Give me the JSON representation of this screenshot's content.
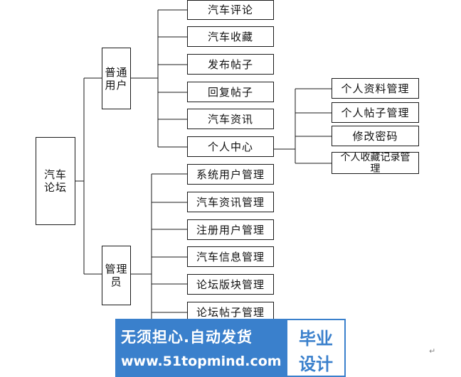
{
  "diagram": {
    "root": "汽车论坛",
    "groups": [
      {
        "id": "user",
        "label": "普通用户",
        "children": [
          "汽车评论",
          "汽车收藏",
          "发布帖子",
          "回复帖子",
          "汽车资讯",
          "个人中心"
        ]
      },
      {
        "id": "admin",
        "label": "管理员",
        "children": [
          "系统用户管理",
          "汽车资讯管理",
          "注册用户管理",
          "汽车信息管理",
          "论坛版块管理",
          "论坛帖子管理"
        ]
      }
    ],
    "personal_center_items": [
      "个人资料管理",
      "个人帖子管理",
      "修改密码",
      "个人收藏记录管理"
    ]
  },
  "banner": {
    "slogan": "无须担心.自动发货",
    "url": "www.51topmind.com",
    "badge_line1": "毕业",
    "badge_line2": "设计"
  },
  "paragraph_mark": "↵",
  "colors": {
    "line": "#1a1a1a",
    "banner_blue": "#3a80cc"
  }
}
